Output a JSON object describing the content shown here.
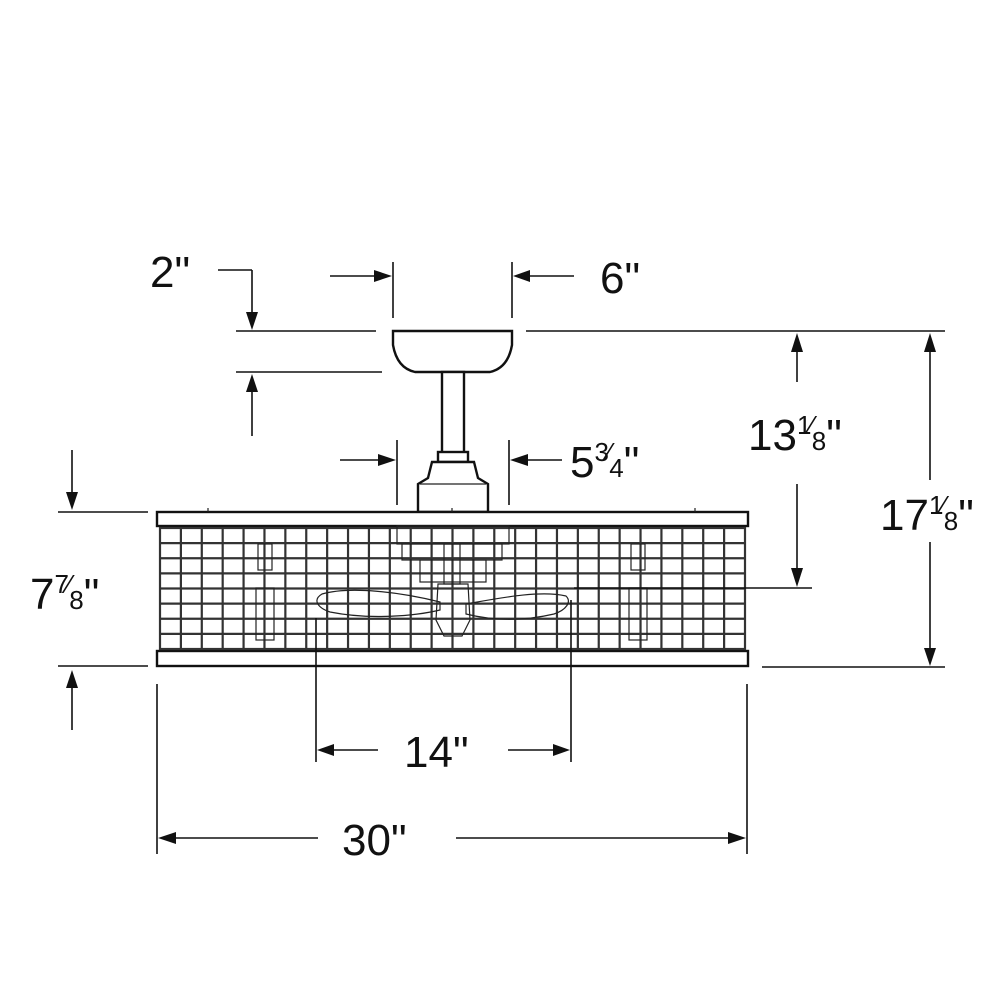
{
  "dimensions": {
    "canopy_height": {
      "whole": "2",
      "num": "",
      "den": "",
      "unit": "\""
    },
    "canopy_width": {
      "whole": "6",
      "num": "",
      "den": "",
      "unit": "\""
    },
    "downrod_housing_width": {
      "whole": "5",
      "num": "3",
      "den": "4",
      "unit": "\""
    },
    "ceiling_to_blade": {
      "whole": "13",
      "num": "1",
      "den": "8",
      "unit": "\""
    },
    "overall_height": {
      "whole": "17",
      "num": "1",
      "den": "8",
      "unit": "\""
    },
    "cage_height": {
      "whole": "7",
      "num": "7",
      "den": "8",
      "unit": "\""
    },
    "blade_span": {
      "whole": "14",
      "num": "",
      "den": "",
      "unit": "\""
    },
    "overall_width": {
      "whole": "30",
      "num": "",
      "den": "",
      "unit": "\""
    }
  }
}
